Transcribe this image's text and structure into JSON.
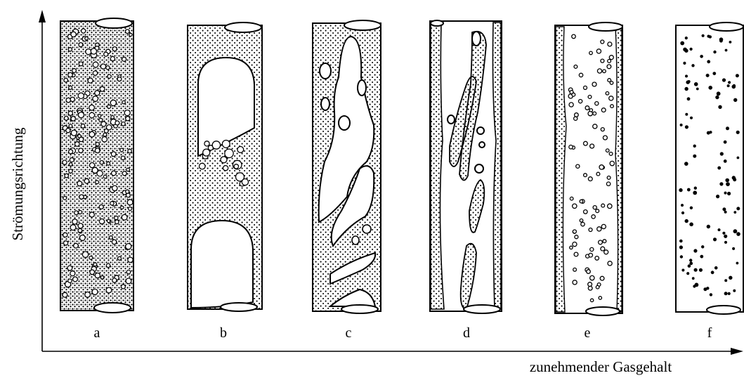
{
  "axes": {
    "y_label": "Strömungsrichtung",
    "x_label": "zunehmender Gasgehalt"
  },
  "panels": [
    {
      "label": "a",
      "regime": "bubbly-dense"
    },
    {
      "label": "b",
      "regime": "slug"
    },
    {
      "label": "c",
      "regime": "churn"
    },
    {
      "label": "d",
      "regime": "wispy-annular"
    },
    {
      "label": "e",
      "regime": "annular-droplets"
    },
    {
      "label": "f",
      "regime": "mist"
    }
  ],
  "colors": {
    "ink": "#000000",
    "background": "#ffffff"
  }
}
